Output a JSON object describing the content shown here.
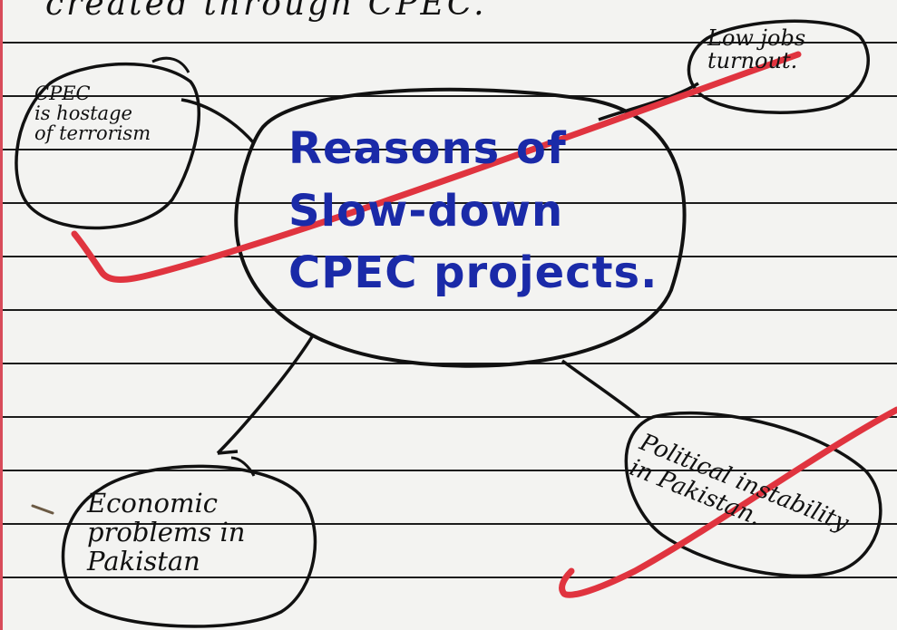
{
  "notebook": {
    "header_line": "created through CPEC."
  },
  "mind_map": {
    "center_title": "Reasons of\nSlow-down\nCPEC projects.",
    "branches": [
      {
        "id": "terrorism",
        "text": "CPEC\nis hostage\nof terrorism"
      },
      {
        "id": "jobs",
        "text": "Low jobs\nturnout."
      },
      {
        "id": "economic",
        "text": "Economic\nproblems in\nPakistan"
      },
      {
        "id": "political",
        "text": "Political instability\nin Pakistan."
      }
    ]
  },
  "annotations": {
    "ink_color_center": "#1a2aa8",
    "ink_color_branches": "#111111",
    "correction_mark_color": "#e0343f"
  }
}
